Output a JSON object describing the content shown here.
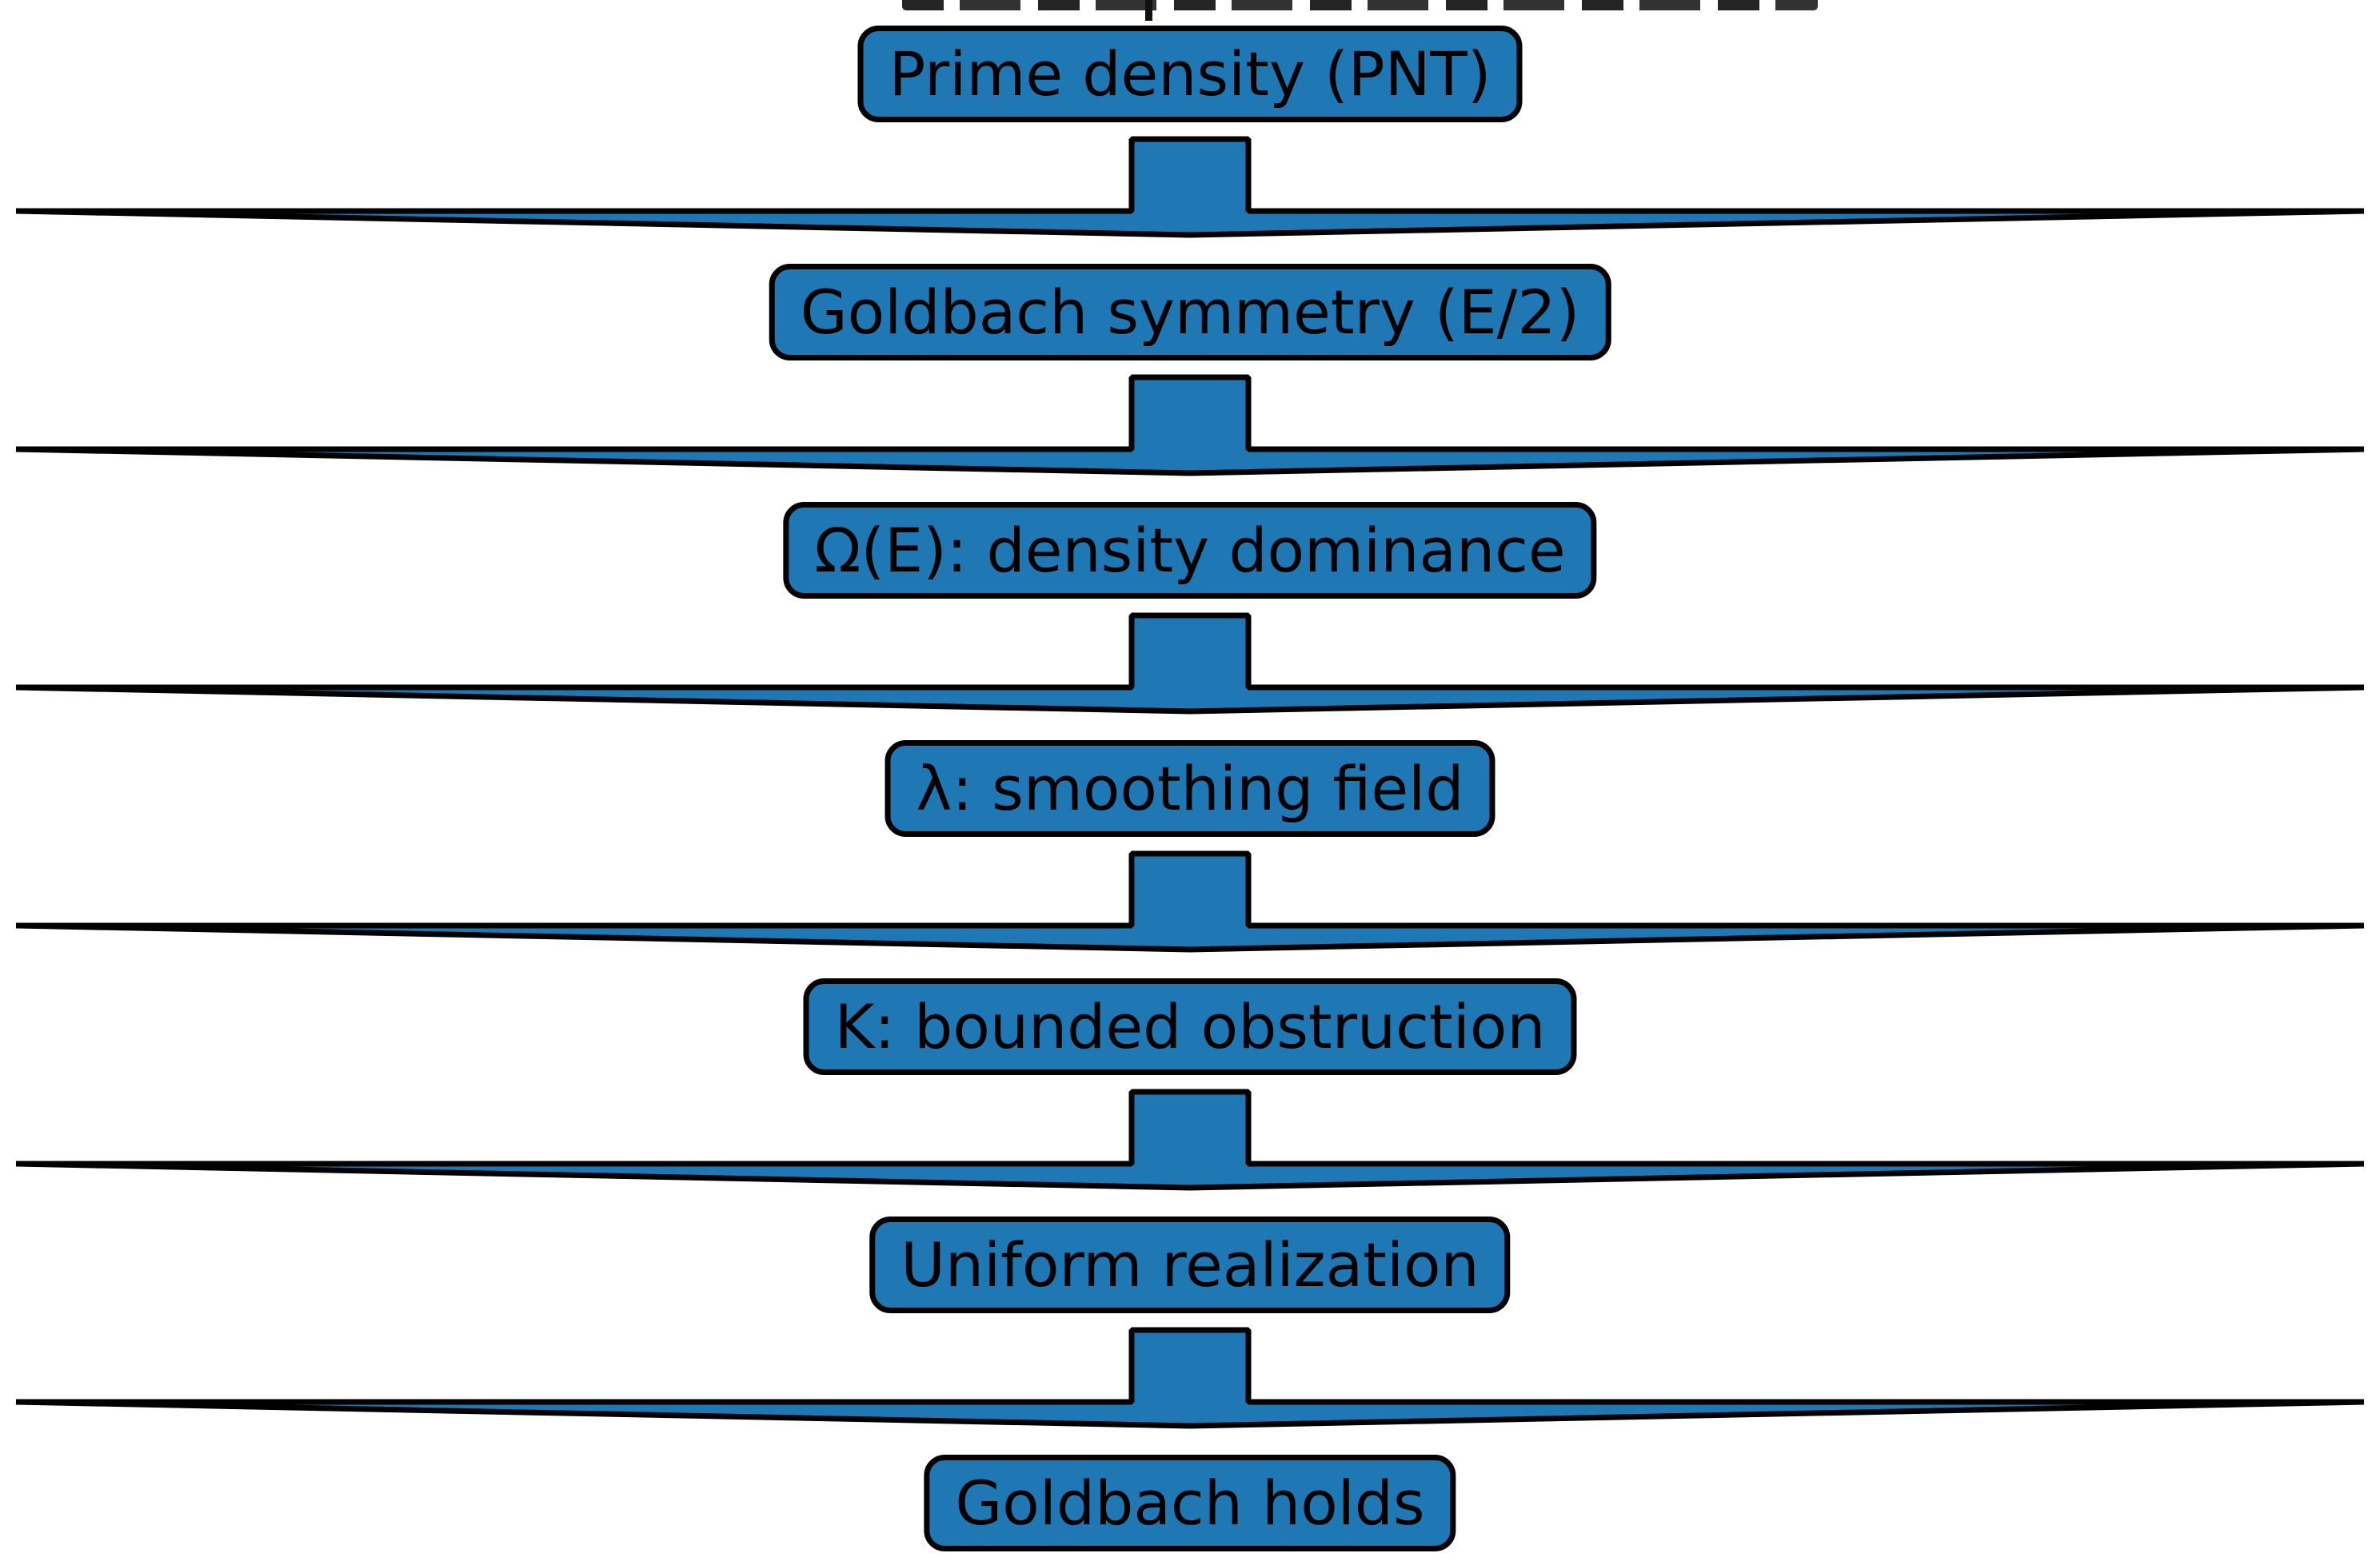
{
  "diagram": {
    "type": "flowchart",
    "direction": "top-down",
    "background": "#ffffff",
    "node_fill": "#1f77b4",
    "node_border_color": "#000000",
    "arrow_fill": "#1f77b4",
    "arrow_border_color": "#000000",
    "text_color": "#000000",
    "cropped_title_fragment_visible": true
  },
  "nodes": [
    {
      "id": "prime-density",
      "label": "Prime density (PNT)"
    },
    {
      "id": "goldbach-symmetry",
      "label": "Goldbach symmetry (E/2)"
    },
    {
      "id": "omega-density-dominance",
      "label": "Ω(E): density dominance"
    },
    {
      "id": "lambda-smoothing-field",
      "label": "λ: smoothing field"
    },
    {
      "id": "k-bounded-obstruction",
      "label": "K: bounded obstruction"
    },
    {
      "id": "uniform-realization",
      "label": "Uniform realization"
    },
    {
      "id": "goldbach-holds",
      "label": "Goldbach holds"
    }
  ],
  "edges": [
    {
      "from": "Prime density (PNT)",
      "to": "Goldbach symmetry (E/2)"
    },
    {
      "from": "Goldbach symmetry (E/2)",
      "to": "Ω(E): density dominance"
    },
    {
      "from": "Ω(E): density dominance",
      "to": "λ: smoothing field"
    },
    {
      "from": "λ: smoothing field",
      "to": "K: bounded obstruction"
    },
    {
      "from": "K: bounded obstruction",
      "to": "Uniform realization"
    },
    {
      "from": "Uniform realization",
      "to": "Goldbach holds"
    }
  ]
}
